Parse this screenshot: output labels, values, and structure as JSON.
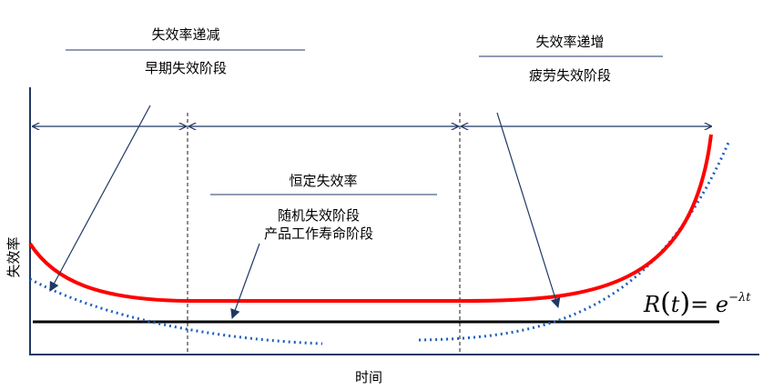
{
  "axes": {
    "y_label": "失效率",
    "x_label": "时间"
  },
  "phases": {
    "early": {
      "trend": "失效率递减",
      "name": "早期失效阶段"
    },
    "constant": {
      "trend": "恒定失效率",
      "name": "随机失效阶段",
      "subtitle": "产品工作寿命阶段"
    },
    "wearout": {
      "trend": "失效率递增",
      "name": "疲劳失效阶段"
    }
  },
  "formula": {
    "R": "R",
    "t": "t",
    "eq": "= e",
    "exp": "−λt"
  },
  "colors": {
    "bathtub": "#ff0000",
    "dotted": "#1f5fbf",
    "axis": "#1f3864",
    "baseline": "#000000"
  }
}
